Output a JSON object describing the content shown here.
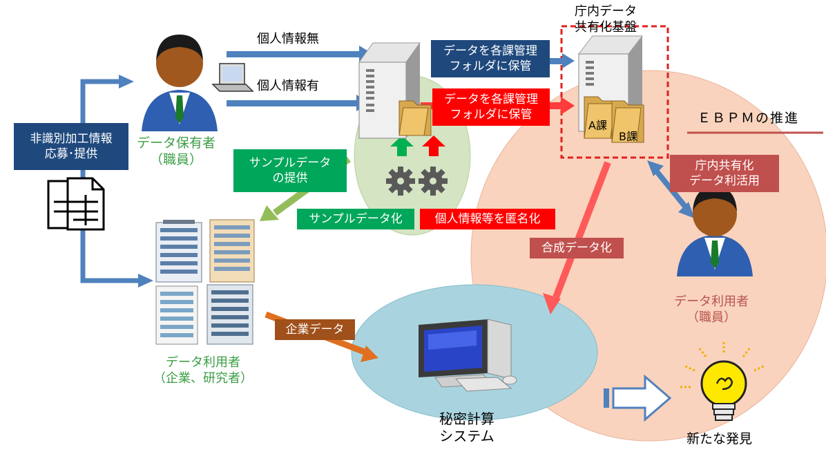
{
  "labels": {
    "kojin_nashi": "個人情報無",
    "kojin_ari": "個人情報有",
    "holder_l1": "データ保有者",
    "holder_l2": "（職員）",
    "sample_provide_l1": "サンプルデータ",
    "sample_provide_l2": "の提供",
    "sample_ka": "サンプルデータ化",
    "anonymize": "個人情報等を匿名化",
    "hokan_blue_l1": "データを各課管理",
    "hokan_blue_l2": "フォルダに保管",
    "hokan_red_l1": "データを各課管理",
    "hokan_red_l2": "フォルダに保管",
    "kiban_l1": "庁内データ",
    "kiban_l2": "共有化基盤",
    "folder_a": "A課",
    "folder_b": "B課",
    "ebpm": "ＥＢＰＭの推進",
    "share_l1": "庁内共有化",
    "share_l2": "データ利活用",
    "gousei": "合成データ化",
    "user_staff_l1": "データ利用者",
    "user_staff_l2": "（職員）",
    "hishiki_l1": "非識別加工情報",
    "hishiki_l2": "応募･提供",
    "user_corp_l1": "データ利用者",
    "user_corp_l2": "（企業、研究者）",
    "kigyo": "企業データ",
    "himitsu_l1": "秘密計算",
    "himitsu_l2": "システム",
    "discovery": "新たな発見"
  },
  "colors": {
    "blue_box": "#1f497d",
    "arrow_blue": "#4f81bd",
    "red_box": "#ff0000",
    "green_box": "#00a65a",
    "brown_box": "#a0501a",
    "ebpm_area": "#f9d3bd",
    "server_area": "#d5e4c2",
    "secret_area": "#a9d4df",
    "accent_red": "#c0504d"
  }
}
